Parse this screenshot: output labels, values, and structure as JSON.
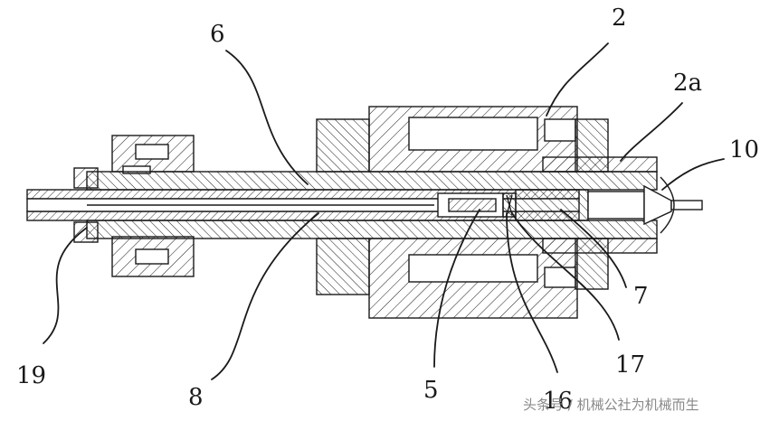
{
  "figure": {
    "callouts": [
      {
        "id": "c6",
        "text": "6"
      },
      {
        "id": "c2",
        "text": "2"
      },
      {
        "id": "c2a",
        "text": "2a"
      },
      {
        "id": "c10",
        "text": "10"
      },
      {
        "id": "c19",
        "text": "19"
      },
      {
        "id": "c8",
        "text": "8"
      },
      {
        "id": "c5",
        "text": "5"
      },
      {
        "id": "c16",
        "text": "16"
      },
      {
        "id": "c17",
        "text": "17"
      },
      {
        "id": "c7",
        "text": "7"
      }
    ],
    "watermark": "头条号 / 机械公社为机械而生"
  }
}
